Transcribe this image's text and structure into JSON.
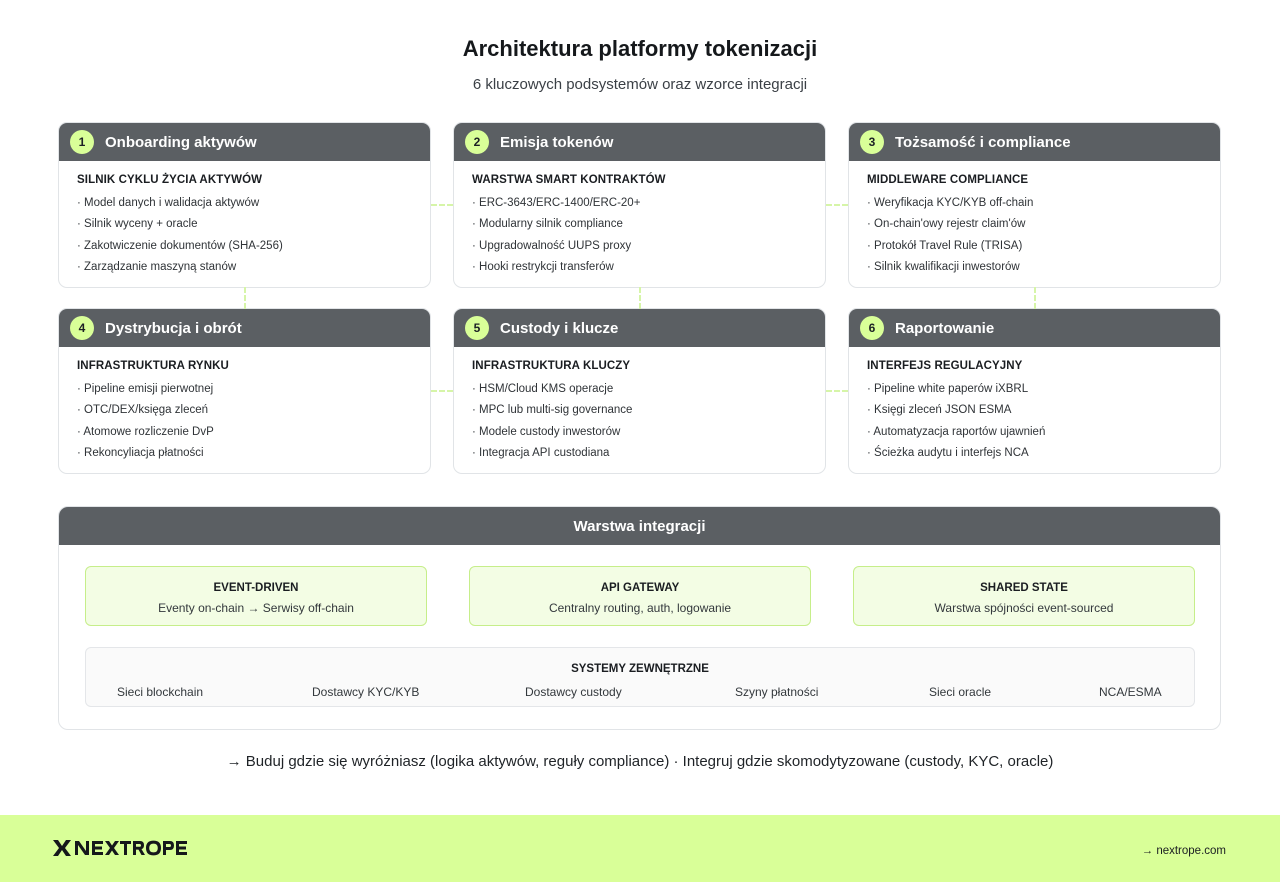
{
  "header": {
    "title": "Architektura platformy tokenizacji",
    "subtitle": "6 kluczowych podsystemów oraz wzorce integracji"
  },
  "colors": {
    "accent": "#d9ff98",
    "header_bar": "#5b5f63",
    "card_border": "#e1e4e7",
    "box_fill": "#f3fde4"
  },
  "modules": [
    {
      "num": "1",
      "title": "Onboarding aktywów",
      "subtitle": "SILNIK CYKLU ŻYCIA AKTYWÓW",
      "items": [
        "· Model danych i walidacja aktywów",
        "· Silnik wyceny + oracle",
        "· Zakotwiczenie dokumentów (SHA-256)",
        "· Zarządzanie maszyną stanów"
      ]
    },
    {
      "num": "2",
      "title": "Emisja tokenów",
      "subtitle": "WARSTWA SMART KONTRAKTÓW",
      "items": [
        "· ERC-3643/ERC-1400/ERC-20+",
        "· Modularny silnik compliance",
        "· Upgradowalność UUPS proxy",
        "· Hooki restrykcji transferów"
      ]
    },
    {
      "num": "3",
      "title": "Tożsamość i compliance",
      "subtitle": "MIDDLEWARE COMPLIANCE",
      "items": [
        "· Weryfikacja KYC/KYB off-chain",
        "· On-chain'owy rejestr claim'ów",
        "· Protokół Travel Rule (TRISA)",
        "· Silnik kwalifikacji inwestorów"
      ]
    },
    {
      "num": "4",
      "title": "Dystrybucja i obrót",
      "subtitle": "INFRASTRUKTURA RYNKU",
      "items": [
        "· Pipeline emisji pierwotnej",
        "· OTC/DEX/księga zleceń",
        "· Atomowe rozliczenie DvP",
        "· Rekoncyliacja płatności"
      ]
    },
    {
      "num": "5",
      "title": "Custody i klucze",
      "subtitle": "INFRASTRUKTURA KLUCZY",
      "items": [
        "· HSM/Cloud KMS operacje",
        "· MPC lub multi-sig governance",
        "· Modele custody inwestorów",
        "· Integracja API custodiana"
      ]
    },
    {
      "num": "6",
      "title": "Raportowanie",
      "subtitle": "INTERFEJS REGULACYJNY",
      "items": [
        "· Pipeline white paperów iXBRL",
        "· Księgi zleceń JSON ESMA",
        "· Automatyzacja raportów ujawnień",
        "· Ścieżka audytu i interfejs NCA"
      ]
    }
  ],
  "integration": {
    "title": "Warstwa integracji",
    "boxes": [
      {
        "title": "EVENT-DRIVEN",
        "desc": "Eventy on-chain → Serwisy off-chain"
      },
      {
        "title": "API GATEWAY",
        "desc": "Centralny routing, auth, logowanie"
      },
      {
        "title": "SHARED STATE",
        "desc": "Warstwa spójności event-sourced"
      }
    ],
    "external": {
      "title": "SYSTEMY ZEWNĘTRZNE",
      "items": [
        "Sieci blockchain",
        "Dostawcy KYC/KYB",
        "Dostawcy custody",
        "Szyny płatności",
        "Sieci oracle",
        "NCA/ESMA"
      ]
    }
  },
  "tagline": "→ Buduj gdzie się wyróżniasz (logika aktywów, reguły compliance) · Integruj gdzie skomodytyzowane (custody, KYC, oracle)",
  "footer": {
    "logo_icon": "nextrope-logo",
    "link": "→ nextrope.com"
  }
}
